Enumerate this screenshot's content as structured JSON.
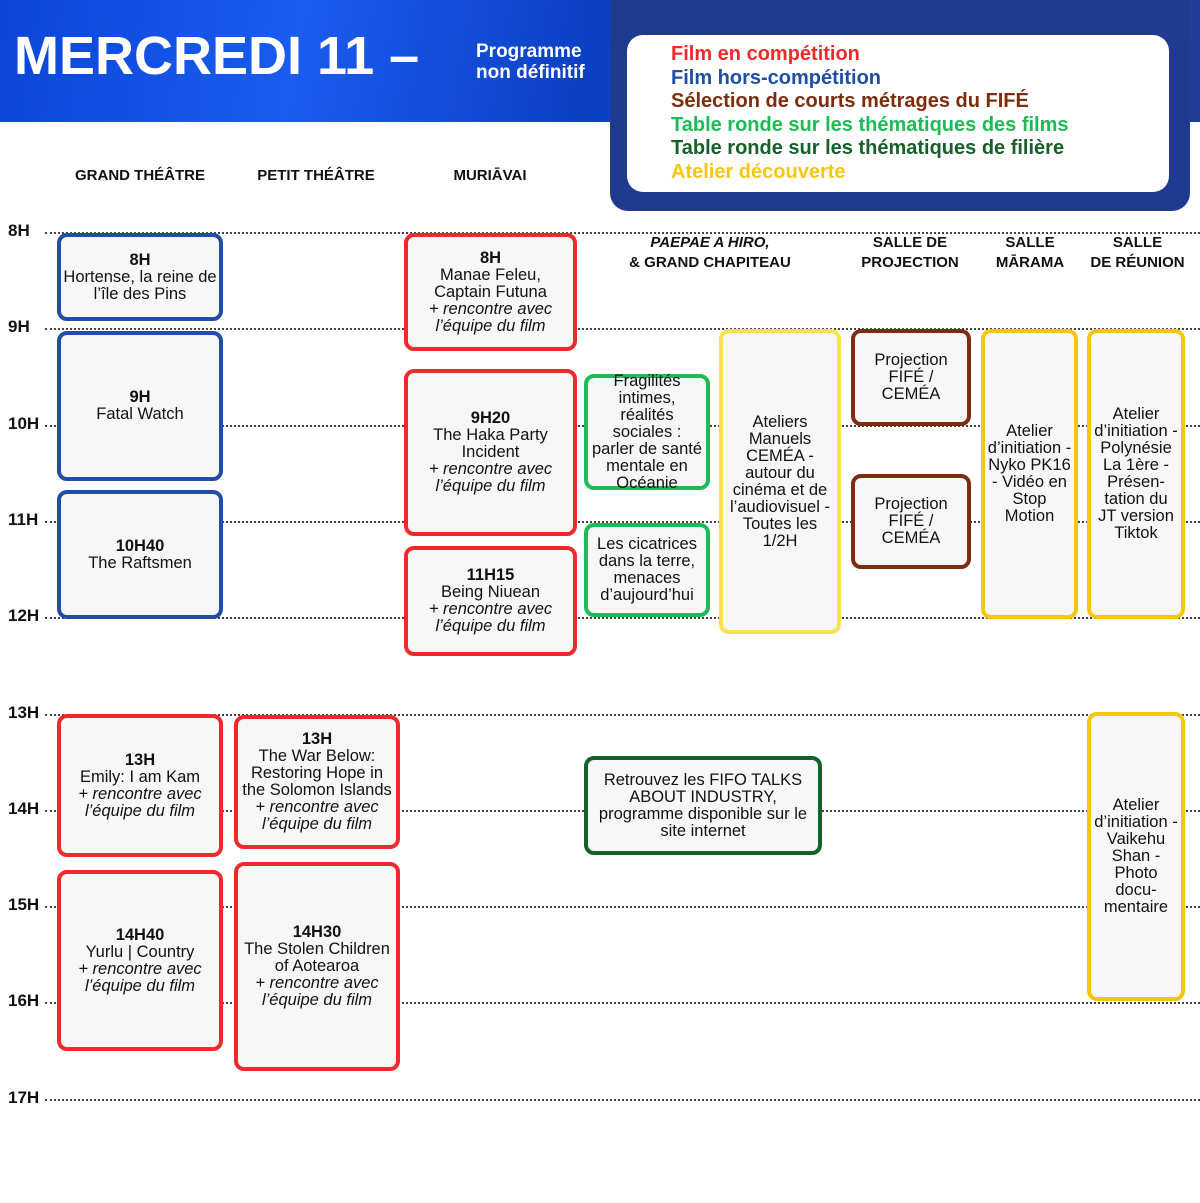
{
  "header": {
    "title": "MERCREDI 11 –",
    "subtitle_line1": "Programme",
    "subtitle_line2": "non définitif"
  },
  "legend": [
    {
      "label": "Film en compétition",
      "color": "#f02a2a"
    },
    {
      "label": "Film hors-compétition",
      "color": "#1f4ea3"
    },
    {
      "label": "Sélection de courts métrages du FIFÉ",
      "color": "#7b2d0e"
    },
    {
      "label": "Table ronde sur les thématiques des films",
      "color": "#1dbb55"
    },
    {
      "label": "Table ronde sur les thématiques de filière",
      "color": "#17602a"
    },
    {
      "label": "Atelier découverte",
      "color": "#f6c60a"
    }
  ],
  "venues": {
    "grand": "GRAND THÉÂTRE",
    "petit": "PETIT THÉÂTRE",
    "muriavai": "MURIĀVAI",
    "paepae1": "PAEPAE A HIRO,",
    "paepae2": "& GRAND CHAPITEAU",
    "projection1": "SALLE DE",
    "projection2": "PROJECTION",
    "marama1": "SALLE",
    "marama2": "MĀRAMA",
    "reunion1": "SALLE",
    "reunion2": "DE RÉUNION"
  },
  "hours": [
    "8H",
    "9H",
    "10H",
    "11H",
    "12H",
    "13H",
    "14H",
    "15H",
    "16H",
    "17H"
  ],
  "events": {
    "gt1": {
      "time": "8H",
      "title": "Hortense, la reine de l’île des Pins"
    },
    "gt2": {
      "time": "9H",
      "title": "Fatal Watch"
    },
    "gt3": {
      "time": "10H40",
      "title": "The Raftsmen"
    },
    "gt4": {
      "time": "13H",
      "title": "Emily: I am Kam",
      "extra": "+ rencontre avec l’équipe du film"
    },
    "gt5": {
      "time": "14H40",
      "title": "Yurlu | Country",
      "extra": "+ rencontre avec l’équipe du film"
    },
    "pt1": {
      "time": "13H",
      "title": "The War Below: Restoring Hope in the Solomon Islands",
      "extra": "+ rencontre avec l’équipe du film"
    },
    "pt2": {
      "time": "14H30",
      "title": "The Stolen Children of Aotearoa",
      "extra": "+ rencontre avec l’équipe du film"
    },
    "mu1": {
      "time": "8H",
      "title": "Manae Feleu, Captain Futuna",
      "extra": "+ rencontre avec l’équipe du film"
    },
    "mu2": {
      "time": "9H20",
      "title": "The Haka Party Incident",
      "extra": "+ rencontre avec l’équipe du film"
    },
    "mu3": {
      "time": "11H15",
      "title": "Being Niuean",
      "extra": "+ rencontre avec l’équipe du film"
    },
    "pa1": {
      "title": "Fragilités intimes, réalités sociales : parler de santé mentale en Océanie"
    },
    "pa2": {
      "title": "Les cicatrices dans la terre, menaces d’aujourd’hui"
    },
    "pa3": {
      "title": "Retrouvez les FIFO TALKS ABOUT INDUSTRY, programme disponible sur le site internet"
    },
    "at1": {
      "title": "Ateliers Manuels CEMÉA - autour du cinéma et de l’audiovisuel - Toutes les 1/2H"
    },
    "pr1": {
      "title": "Projection FIFÉ / CEMÉA"
    },
    "pr2": {
      "title": "Projection FIFÉ / CEMÉA"
    },
    "ma1": {
      "title": "Atelier d’initiation - Nyko PK16 - Vidéo en Stop Motion"
    },
    "re1": {
      "title": "Atelier d’initiation - Polynésie La 1ère - Présen-tation du JT version Tiktok"
    },
    "re2": {
      "title": "Atelier d’initiation - Vaikehu Shan - Photo docu-mentaire"
    }
  }
}
